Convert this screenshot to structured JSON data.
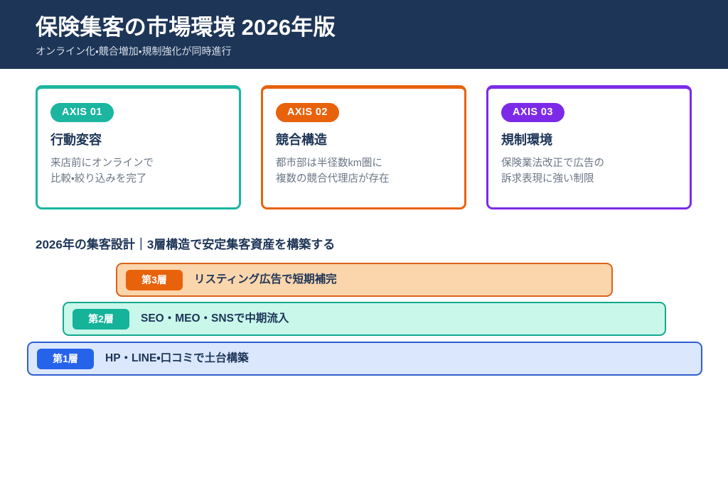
{
  "header": {
    "title": "保険集客の市場環境 2026年版",
    "subtitle": "オンライン化・競合増加・規制強化が同時進行",
    "background_color": "#1d3557",
    "title_color": "#ffffff",
    "subtitle_color": "#d7dee8"
  },
  "cards": [
    {
      "badge": "AXIS 01",
      "title": "行動変容",
      "description": "来店前にオンラインで\n比較・絞り込みを完了",
      "accent_color": "#1bb5a0"
    },
    {
      "badge": "AXIS 02",
      "title": "競合構造",
      "description": "都市部は半径数km圏に\n複数の競合代理店が存在",
      "accent_color": "#e8620c"
    },
    {
      "badge": "AXIS 03",
      "title": "規制環境",
      "description": "保険業法改正で広告の\n訴求表現に強い制限",
      "accent_color": "#7c2ae8"
    }
  ],
  "section": {
    "heading": "2026年の集客設計｜3層構造で安定集客資産を構築する"
  },
  "layers": [
    {
      "badge": "第3層",
      "label": "リスティング広告で短期補完",
      "badge_color": "#e8620c",
      "border_color": "#d9641a",
      "fill_color": "#fbd5ac"
    },
    {
      "badge": "第2層",
      "label": "SEO・MEO・SNSで中期流入",
      "badge_color": "#14b39a",
      "border_color": "#14a88f",
      "fill_color": "#c9f7ea"
    },
    {
      "badge": "第1層",
      "label": "HP・LINE・口コミで土台構築",
      "badge_color": "#2563eb",
      "border_color": "#2f5ecf",
      "fill_color": "#dbe7fd"
    }
  ]
}
